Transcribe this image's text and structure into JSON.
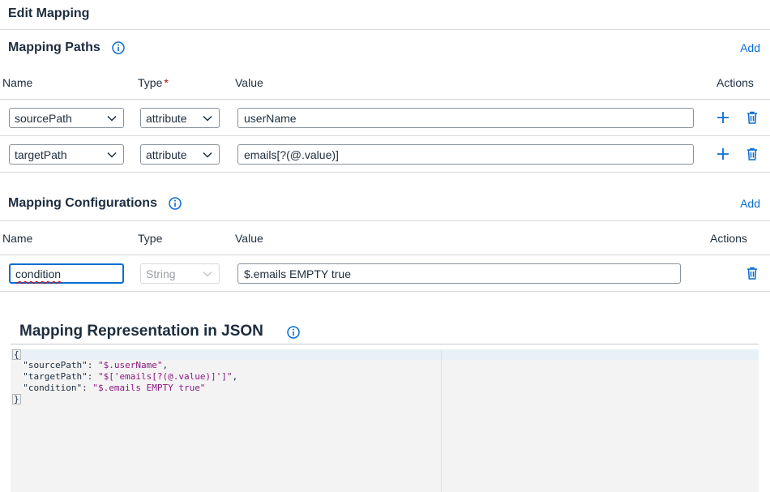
{
  "title": "Edit Mapping",
  "mapping_paths": {
    "title": "Mapping Paths",
    "add_label": "Add",
    "columns": {
      "name": "Name",
      "type": "Type",
      "type_required": "*",
      "value": "Value",
      "actions": "Actions"
    },
    "rows": [
      {
        "name": "sourcePath",
        "type": "attribute",
        "value": "userName"
      },
      {
        "name": "targetPath",
        "type": "attribute",
        "value": "emails[?(@.value)]"
      }
    ]
  },
  "mapping_configurations": {
    "title": "Mapping Configurations",
    "add_label": "Add",
    "columns": {
      "name": "Name",
      "type": "Type",
      "value": "Value",
      "actions": "Actions"
    },
    "rows": [
      {
        "name": "condition",
        "type": "String",
        "value": "$.emails EMPTY true"
      }
    ]
  },
  "json_section": {
    "title": "Mapping Representation in JSON",
    "open_brace": "{",
    "close_brace": "}",
    "lines": [
      {
        "key": "\"sourcePath\"",
        "sep": ": ",
        "value": "\"$.userName\"",
        "end": ","
      },
      {
        "key": "\"targetPath\"",
        "sep": ": ",
        "value": "\"$['emails[?(@.value)]']\"",
        "end": ","
      },
      {
        "key": "\"condition\"",
        "sep": ": ",
        "value": "\"$.emails EMPTY true\"",
        "end": ""
      }
    ]
  },
  "colors": {
    "accent": "#0a6ed1",
    "required": "#aa0808",
    "json_string": "#8a1a82"
  },
  "icons": {
    "info": "info-icon",
    "add": "plus-icon",
    "delete": "trash-icon",
    "dropdown": "chevron-down-icon"
  }
}
